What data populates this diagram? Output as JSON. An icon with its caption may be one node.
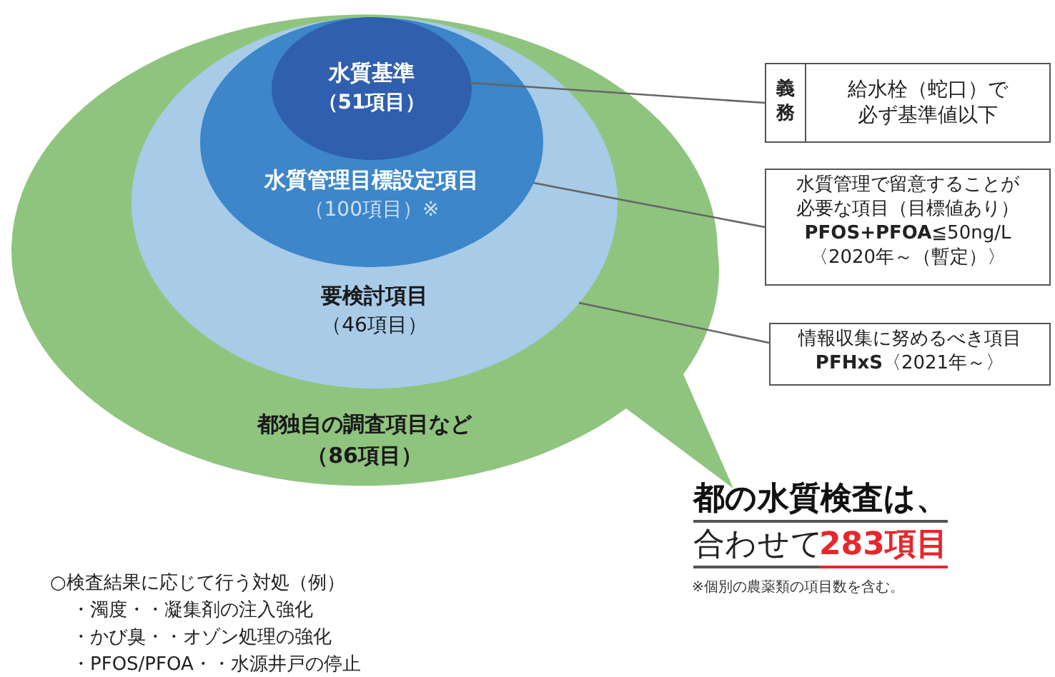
{
  "diagram": {
    "nodes": [
      {
        "text": [
          "都独自の調査項目など",
          "（86項目）"
        ]
      },
      {
        "text": [
          "要検討項目",
          "（46項目）"
        ],
        "in": 0
      },
      {
        "text": [
          "水質管理目標設定項目",
          "（100項目）※"
        ],
        "in": 1
      },
      {
        "text": [
          "水質基準",
          "（51項目）"
        ],
        "in": 2
      },
      {
        "text": [
          "義務",
          "給水栓（蛇口）で必ず基準値以下"
        ]
      },
      {
        "text": [
          "水質管理で留意することが必要な項目（目標値あり）",
          "**PFOS+PFOA**≦50ng/L",
          "〈2020年～（暫定）〉"
        ]
      },
      {
        "text": [
          "情報収集に努めるべき項目",
          "**PFHxS**〈2021年～〉"
        ]
      }
    ],
    "edges": [
      {
        "from": 3,
        "to": 4,
        "arrow": "none"
      },
      {
        "from": 2,
        "to": 5,
        "arrow": "none"
      },
      {
        "from": 1,
        "to": 6,
        "arrow": "none"
      }
    ],
    "labels": [
      "都の水質検査は、",
      "合わせて",
      "283項目",
      "※個別の農薬類の項目数を含む。",
      "○検査結果に応じて行う対処（例）",
      "・濁度・・凝集剤の注入強化",
      "・かび臭・・オゾン処理の強化",
      "・PFOS/PFOA・・水源井戸の停止"
    ]
  }
}
